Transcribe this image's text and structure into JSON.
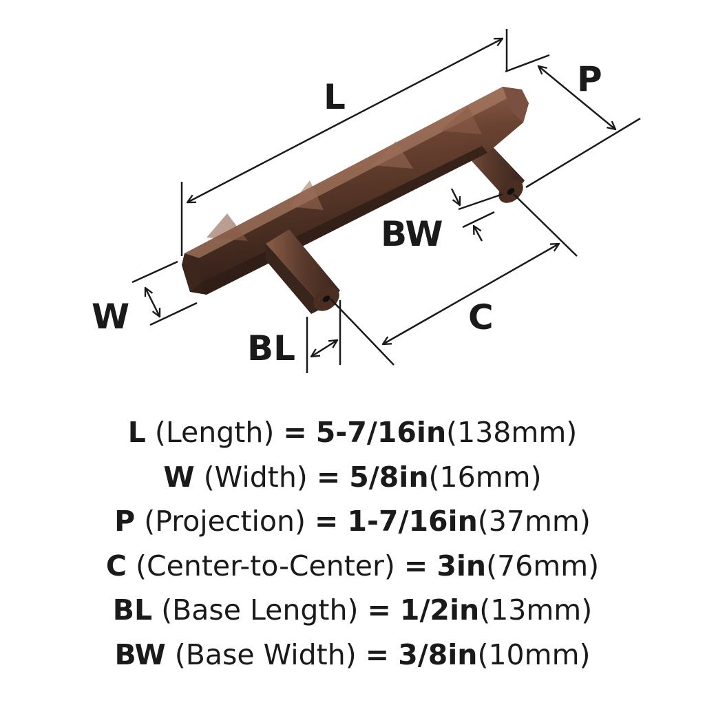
{
  "labels": {
    "L": "L",
    "P": "P",
    "W": "W",
    "BW": "BW",
    "BL": "BL",
    "C": "C"
  },
  "colors": {
    "finish": "#5a3a2c",
    "highlight": "#9a6e58",
    "shadow": "#2e1d16",
    "ink": "#1a1a1a"
  },
  "specs": [
    {
      "abbr": "L",
      "name": "(Length)",
      "eq": "=",
      "imperial": "5-7/16in",
      "metric": "(138mm)"
    },
    {
      "abbr": "W",
      "name": "(Width)",
      "eq": "=",
      "imperial": "5/8in",
      "metric": "(16mm)"
    },
    {
      "abbr": "P",
      "name": "(Projection)",
      "eq": "=",
      "imperial": "1-7/16in",
      "metric": "(37mm)"
    },
    {
      "abbr": "C",
      "name": "(Center-to-Center)",
      "eq": "=",
      "imperial": "3in",
      "metric": "(76mm)"
    },
    {
      "abbr": "BL",
      "name": "(Base Length)",
      "eq": "=",
      "imperial": "1/2in",
      "metric": "(13mm)"
    },
    {
      "abbr": "BW",
      "name": "(Base Width)",
      "eq": "=",
      "imperial": "3/8in",
      "metric": "(10mm)"
    }
  ]
}
